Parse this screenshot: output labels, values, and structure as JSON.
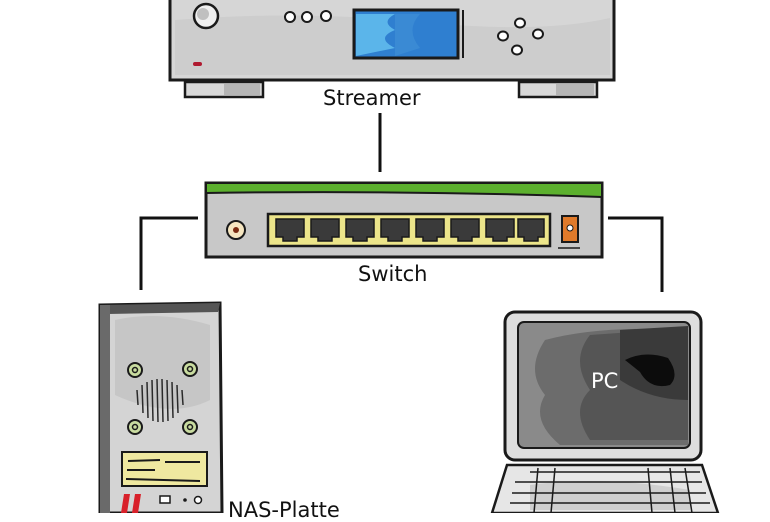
{
  "diagram": {
    "type": "network-topology",
    "nodes": [
      {
        "id": "streamer",
        "label": "Streamer",
        "device": "network-audio-streamer"
      },
      {
        "id": "switch",
        "label": "Switch",
        "device": "network-switch",
        "ports": 8
      },
      {
        "id": "nas",
        "label": "NAS-Platte",
        "device": "nas-tower"
      },
      {
        "id": "pc",
        "label": "PC",
        "device": "laptop"
      }
    ],
    "edges": [
      {
        "from": "streamer",
        "to": "switch"
      },
      {
        "from": "switch",
        "to": "nas"
      },
      {
        "from": "switch",
        "to": "pc"
      }
    ]
  },
  "colors": {
    "device_body": "#d2d2d2",
    "outline": "#1a1a1a",
    "streamer_display": "#2f7fd0",
    "switch_stripe": "#5cb02e",
    "port_frame": "#ece58a",
    "power_button": "#e07a2a",
    "nas_vent_ring": "#c9dca0",
    "nas_label": "#efe8a0",
    "nas_led": "#d8202a",
    "screen": "#4a4a4a"
  }
}
